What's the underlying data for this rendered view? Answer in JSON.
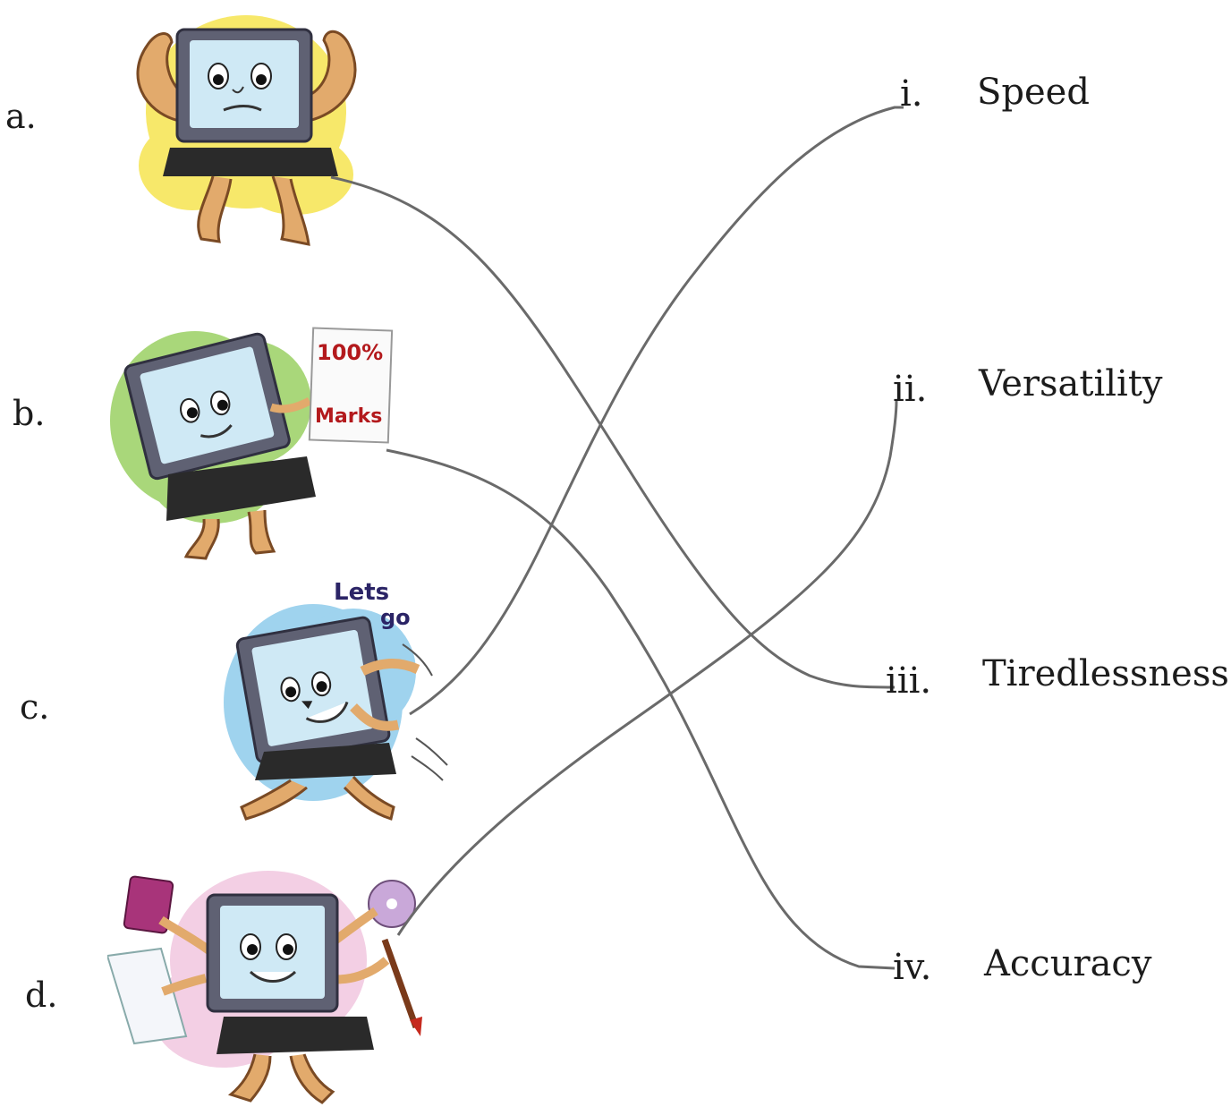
{
  "left_items": [
    {
      "letter": "a.",
      "icon": "strong-computer-icon",
      "bg_color": "#f7e86a"
    },
    {
      "letter": "b.",
      "icon": "accurate-computer-icon",
      "bg_color": "#a9d77a",
      "card_text_1": "100%",
      "card_text_2": "Marks"
    },
    {
      "letter": "c.",
      "icon": "fast-computer-icon",
      "bg_color": "#9fd3ee",
      "speech_1": "Lets",
      "speech_2": "go"
    },
    {
      "letter": "d.",
      "icon": "versatile-computer-icon",
      "bg_color": "#f3cfe4"
    }
  ],
  "right_items": [
    {
      "numeral": "i.",
      "label": "Speed"
    },
    {
      "numeral": "ii.",
      "label": "Versatility"
    },
    {
      "numeral": "iii.",
      "label": "Tiredlessness"
    },
    {
      "numeral": "iv.",
      "label": "Accuracy"
    }
  ],
  "matches": [
    {
      "from": "a.",
      "to": "iii."
    },
    {
      "from": "b.",
      "to": "iv."
    },
    {
      "from": "c.",
      "to": "i."
    },
    {
      "from": "d.",
      "to": "ii."
    }
  ],
  "colors": {
    "monitor_frame": "#5f6173",
    "screen": "#cfe9f5",
    "keyboard": "#2a2a2a",
    "limbs": "#e2aa6c",
    "line": "#6a6a6a",
    "card_text": "#b3191c",
    "speech_text": "#2b2466"
  }
}
